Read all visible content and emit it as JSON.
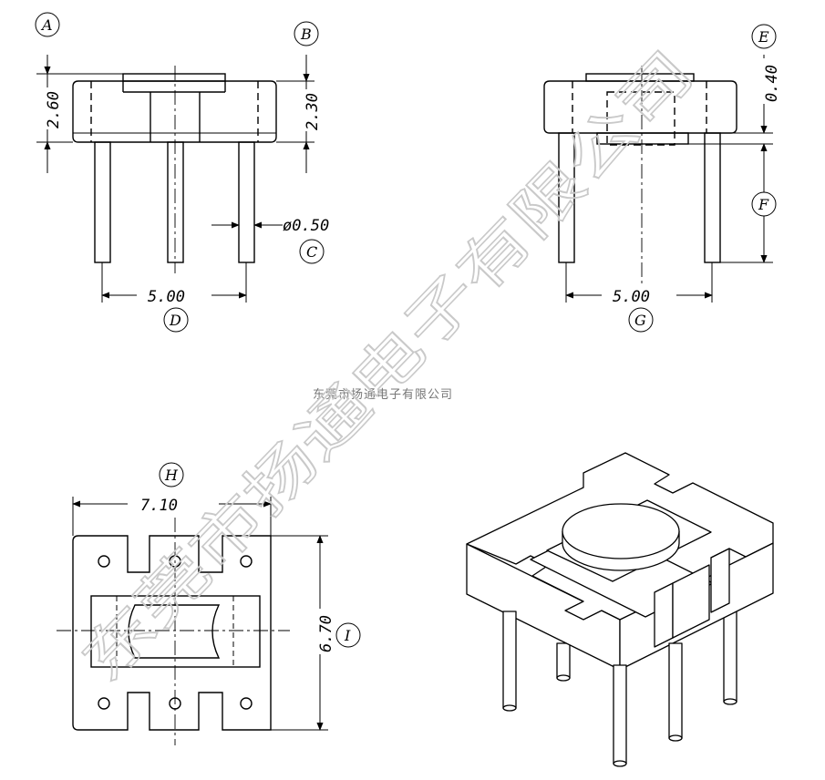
{
  "front_view": {
    "labels": {
      "a": "A",
      "b": "B",
      "c": "C",
      "d": "D"
    },
    "dims": {
      "height_total": "2.60",
      "height_body": "2.30",
      "pin_dia": "ø0.50",
      "pitch": "5.00"
    }
  },
  "side_view": {
    "labels": {
      "e": "E",
      "f": "F",
      "g": "G"
    },
    "dims": {
      "standoff": "0.40",
      "pitch": "5.00"
    }
  },
  "top_view": {
    "labels": {
      "h": "H",
      "i": "I"
    },
    "dims": {
      "width": "7.10",
      "depth": "6.70"
    }
  },
  "company_small": "东莞市扬通电子有限公司",
  "watermark": {
    "text": "东莞市扬通电子有限公司",
    "color": "#c9c9c9"
  }
}
